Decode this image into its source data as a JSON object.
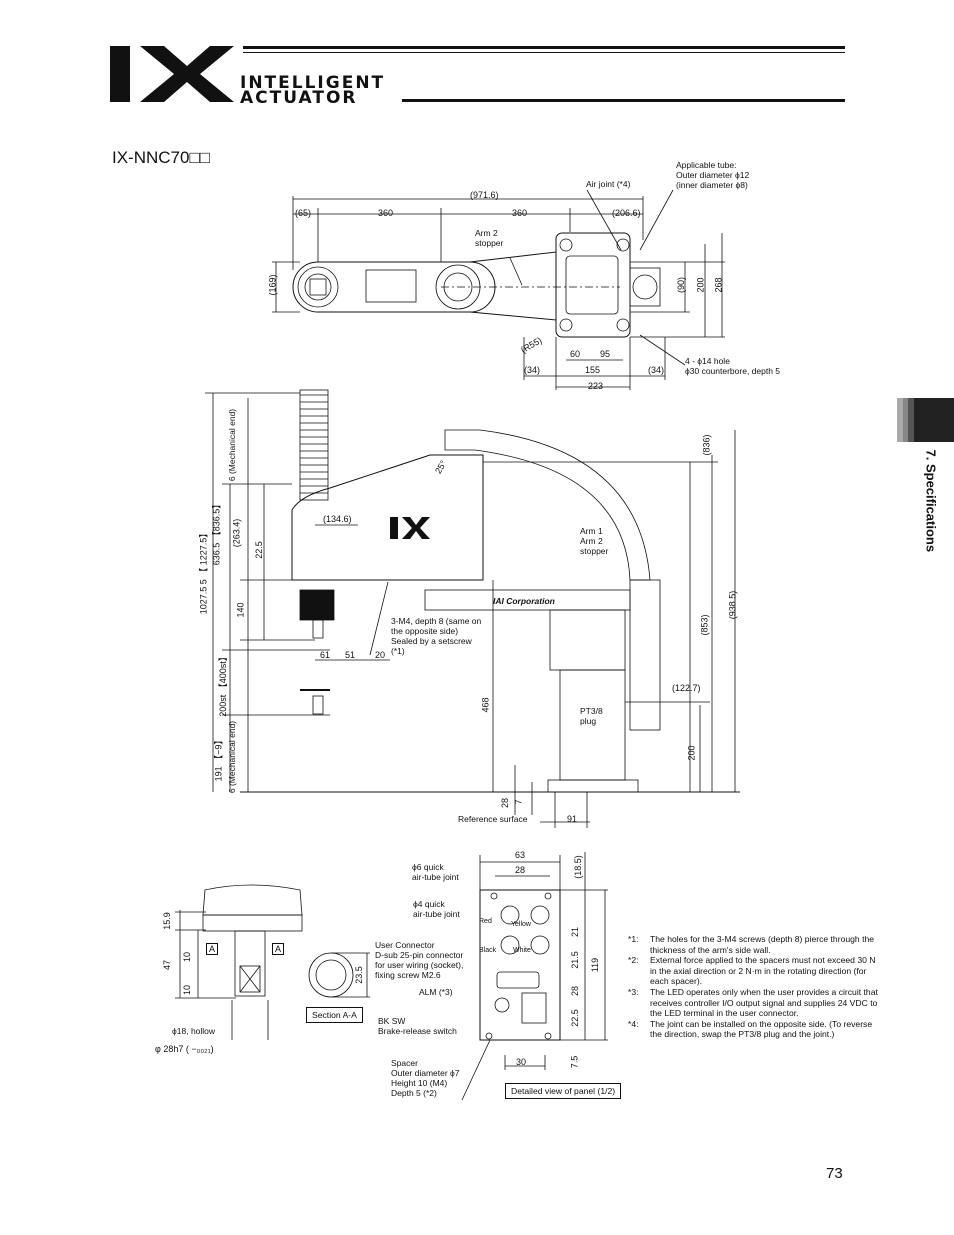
{
  "header": {
    "logo_mark": "IX",
    "logo_line1": "INTELLIGENT",
    "logo_line2": "ACTUATOR"
  },
  "model_title": "IX-NNC70□□",
  "side_tab": {
    "label": "7. Specifications"
  },
  "top_view": {
    "callouts": {
      "applicable_tube": "Applicable tube:",
      "outer_diameter": "Outer diameter ϕ12",
      "inner_diameter": "(inner diameter ϕ8)",
      "air_joint": "Air joint (*4)",
      "arm2_stopper_1": "Arm 2",
      "arm2_stopper_2": "stopper",
      "hole_1": "4 - ϕ14 hole",
      "hole_2": "ϕ30 counterbore, depth 5"
    },
    "dims": {
      "overall": "(971.6)",
      "d65": "(65)",
      "d360a": "360",
      "d360b": "360",
      "d206": "(206.6)",
      "d169": "(169)",
      "d90": "(90)",
      "d200": "200",
      "d268": "268",
      "r55": "(R55)",
      "d60": "60",
      "d95": "95",
      "d34a": "(34)",
      "d155": "155",
      "d34b": "(34)",
      "d223": "223"
    }
  },
  "front_view": {
    "callouts": {
      "mech_end_top": "6 (Mechanical end)",
      "mech_end_bottom": "6 (Mechanical end)",
      "arm_stopper_1": "Arm 1",
      "arm_stopper_2": "Arm 2",
      "arm_stopper_3": "stopper",
      "m4_1": "3-M4, depth 8 (same on",
      "m4_2": "the opposite side)",
      "m4_3": "Sealed by a setscrew",
      "m4_4": "(*1)",
      "pt_plug_1": "PT3/8",
      "pt_plug_2": "plug",
      "reference_surface": "Reference surface",
      "iai_brand": "IAI Corporation"
    },
    "dims": {
      "d1027": "1027.5 5 【 1227.5】",
      "d636": "636.5 【836.5】",
      "d263": "(263.4)",
      "d22": "22.5",
      "d140": "140",
      "d200st": "200st 【400st】",
      "d191": "191 【−9】",
      "d134": "(134.6)",
      "d25": "25°",
      "d61": "61",
      "d51": "51",
      "d20": "20",
      "d836": "(836)",
      "d853": "(853)",
      "d938": "(938.5)",
      "d122": "(122.7)",
      "d468": "468",
      "d200v": "200",
      "d28": "28",
      "d7": "7",
      "d91": "91"
    }
  },
  "section_view": {
    "label": "Section A-A",
    "callouts": {
      "hollow": "ϕ18, hollow",
      "shaft": "φ 28h7 ( −₀₀₂₁)"
    },
    "dims": {
      "d15": "15.9",
      "d47": "47",
      "d10a": "10",
      "d10b": "10",
      "d23": "23.5",
      "a1": "A",
      "a2": "A"
    }
  },
  "panel_view": {
    "label": "Detailed view of panel (1/2)",
    "callouts": {
      "quick6_1": "ϕ6 quick",
      "quick6_2": "air-tube joint",
      "quick4_1": "ϕ4 quick",
      "quick4_2": "air-tube joint",
      "red": "Red",
      "yellow": "Yellow",
      "black": "Black",
      "white": "White",
      "user_conn_1": "User Connector",
      "user_conn_2": "D-sub 25-pin connector",
      "user_conn_3": "for user wiring (socket),",
      "user_conn_4": "fixing screw M2.6",
      "alm": "ALM (*3)",
      "bksw_1": "BK SW",
      "bksw_2": "Brake-release switch",
      "spacer_1": "Spacer",
      "spacer_2": "Outer diameter ϕ7",
      "spacer_3": "Height 10 (M4)",
      "spacer_4": "Depth 5 (*2)"
    },
    "dims": {
      "d63": "63",
      "d28": "28",
      "d18": "(18.5)",
      "d21": "21",
      "d21b": "21.5",
      "d119": "119",
      "d28b": "28",
      "d22": "22.5",
      "d7": "7.5",
      "d30": "30"
    }
  },
  "notes": [
    {
      "key": "*1:",
      "text": "The holes for the 3-M4 screws (depth 8) pierce through the thickness of the arm's side wall."
    },
    {
      "key": "*2:",
      "text": "External force applied to the spacers must not exceed 30 N in the axial direction or 2 N·m in the rotating direction (for each spacer)."
    },
    {
      "key": "*3:",
      "text": "The LED operates only when the user provides a circuit that receives controller I/O output signal and supplies 24 VDC to the LED terminal in the user connector."
    },
    {
      "key": "*4:",
      "text": "The joint can be installed on the opposite side. (To reverse the direction, swap the PT3/8 plug and the joint.)"
    }
  ],
  "page_number": "73"
}
